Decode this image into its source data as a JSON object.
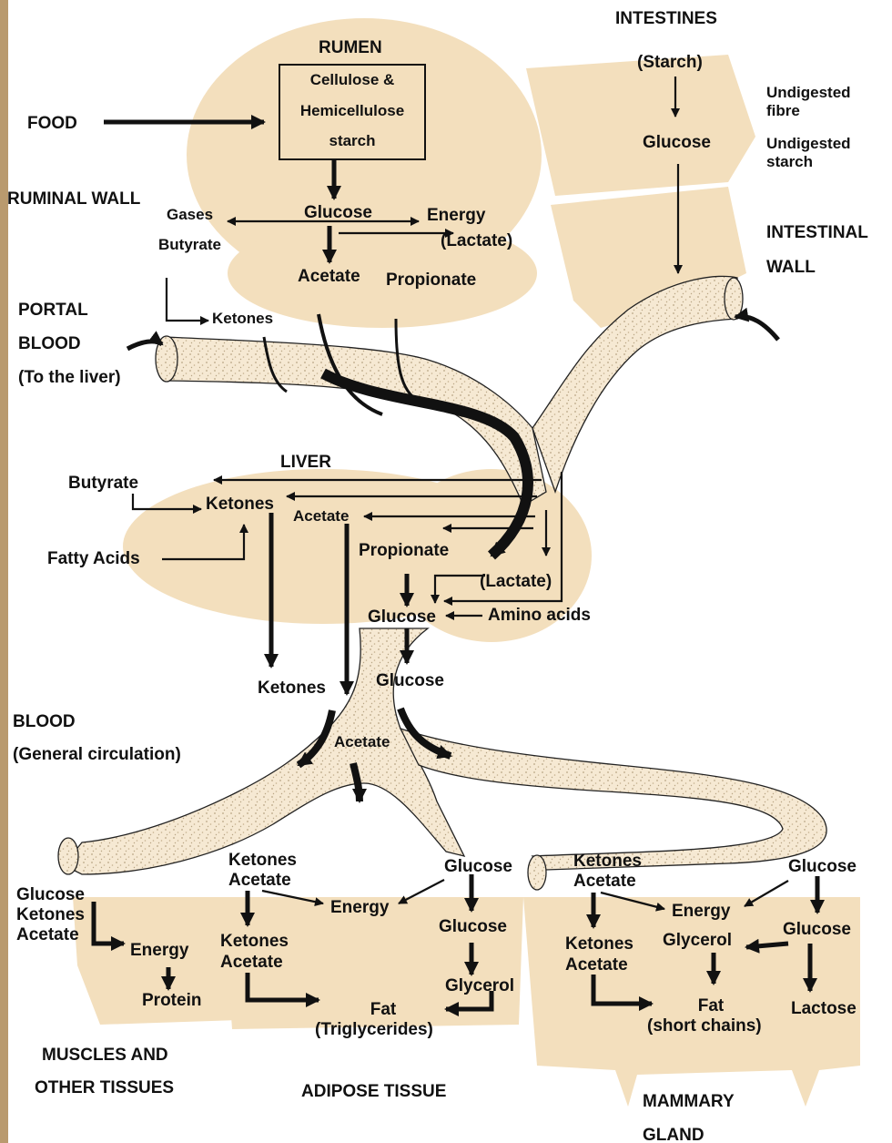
{
  "labels": {
    "intestines_title": "INTESTINES",
    "starch_int": "(Starch)",
    "glucose_int": "Glucose",
    "undigested_fibre": "Undigested\nfibre",
    "undigested_starch": "Undigested\nstarch",
    "intestinal_wall": "INTESTINAL",
    "intestinal_wall2": "WALL",
    "rumen_title": "RUMEN",
    "rumen_box_1": "Cellulose &",
    "rumen_box_2": "Hemicellulose",
    "rumen_box_3": "starch",
    "food": "FOOD",
    "ruminal_wall": "RUMINAL WALL",
    "gases": "Gases",
    "glucose_rumen": "Glucose",
    "energy_rumen": "Energy",
    "lactate_rumen": "(Lactate)",
    "butyrate_rumen": "Butyrate",
    "acetate_rumen": "Acetate",
    "propionate_rumen": "Propionate",
    "ketones_rumen": "Ketones",
    "portal_1": "PORTAL",
    "portal_2": "BLOOD",
    "portal_3": "(To the liver)",
    "liver_title": "LIVER",
    "butyrate_liver": "Butyrate",
    "ketones_liver": "Ketones",
    "acetate_liver": "Acetate",
    "fatty_acids": "Fatty Acids",
    "propionate_liver": "Propionate",
    "lactate_liver": "(Lactate)",
    "glucose_liver": "Glucose",
    "amino_acids": "Amino acids",
    "glucose_liver2": "Glucose",
    "ketones_blood": "Ketones",
    "acetate_blood": "Acetate",
    "blood_1": "BLOOD",
    "blood_2": "(General circulation)",
    "muscle_inputs_1": "Glucose",
    "muscle_inputs_2": "Ketones",
    "muscle_inputs_3": "Acetate",
    "energy_muscle": "Energy",
    "protein": "Protein",
    "muscles_1": "MUSCLES AND",
    "muscles_2": "OTHER TISSUES",
    "adipose_ka_1": "Ketones",
    "adipose_ka_2": "Acetate",
    "adipose_glucose": "Glucose",
    "adipose_energy": "Energy",
    "adipose_ka2_1": "Ketones",
    "adipose_ka2_2": "Acetate",
    "adipose_glucose2": "Glucose",
    "adipose_glycerol": "Glycerol",
    "adipose_fat_1": "Fat",
    "adipose_fat_2": "(Triglycerides)",
    "adipose_title": "ADIPOSE TISSUE",
    "mam_ka_1": "Ketones",
    "mam_ka_2": "Acetate",
    "mam_glucose": "Glucose",
    "mam_energy": "Energy",
    "mam_glycerol": "Glycerol",
    "mam_glucose2": "Glucose",
    "mam_ka2_1": "Ketones",
    "mam_ka2_2": "Acetate",
    "mam_fat_1": "Fat",
    "mam_fat_2": "(short chains)",
    "mam_lactose": "Lactose",
    "mam_title_1": "MAMMARY",
    "mam_title_2": "GLAND"
  },
  "colors": {
    "organ": "#f3dfbd",
    "vessel": "#f5e6cc",
    "dots": "#c9b79a",
    "ink": "#111111",
    "border_left": "#b99a6e"
  }
}
